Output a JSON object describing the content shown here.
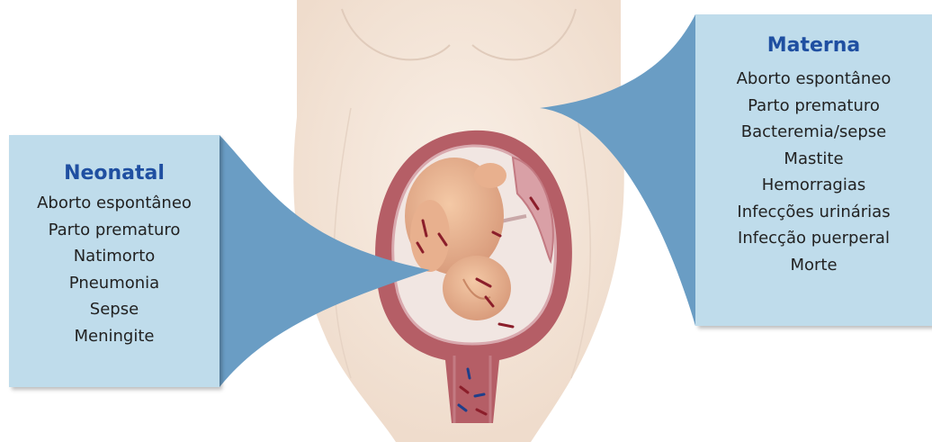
{
  "neonatal": {
    "title": "Neonatal",
    "items": [
      "Aborto espontâneo",
      "Parto prematuro",
      "Natimorto",
      "Pneumonia",
      "Sepse",
      "Meningite"
    ]
  },
  "materna": {
    "title": "Materna",
    "items": [
      "Aborto espontâneo",
      "Parto prematuro",
      "Bacteremia/sepse",
      "Mastite",
      "Hemorragias",
      "Infecções urinárias",
      "Infecção puerperal",
      "Morte"
    ]
  },
  "colors": {
    "box_fill": "#bfdceb",
    "callout": "#6a9dc4",
    "title": "#1f4fa1",
    "uterus": "#b55e66",
    "skin": "#f7ebe1"
  }
}
